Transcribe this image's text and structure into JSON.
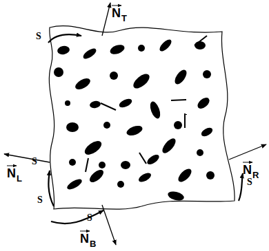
{
  "diagram": {
    "labels": [
      "N",
      "T",
      "N",
      "L",
      "N",
      "R",
      "N",
      "B",
      "S",
      "S",
      "S",
      "S",
      "S"
    ]
  }
}
